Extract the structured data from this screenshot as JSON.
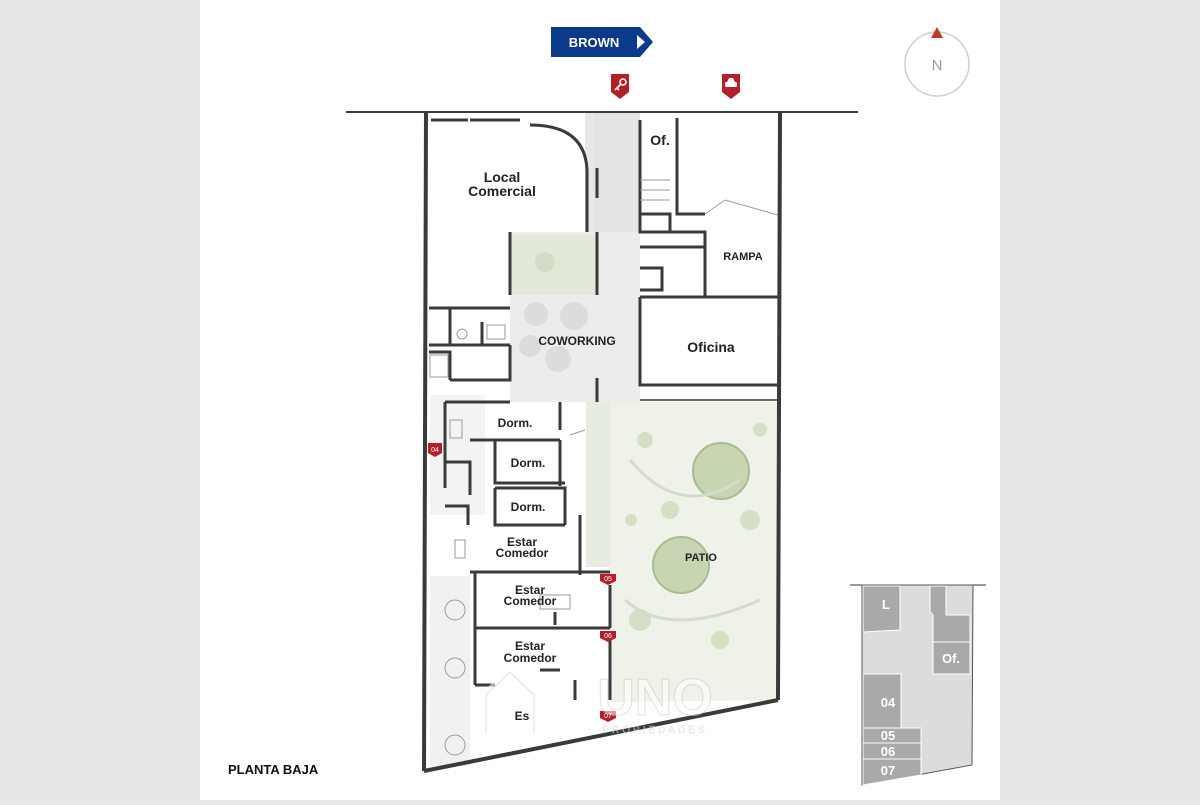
{
  "street": {
    "label": "BROWN",
    "color": "#0b3a8a"
  },
  "north": {
    "label": "N",
    "color": "#c0392b"
  },
  "entrance_icons": [
    "key-icon",
    "car-icon"
  ],
  "rooms": {
    "local": [
      "Local",
      "Comercial"
    ],
    "of_small": "Of.",
    "rampa": "RAMPA",
    "coworking": "COWORKING",
    "oficina": "Oficina",
    "dorm1": "Dorm.",
    "dorm2": "Dorm.",
    "dorm3": "Dorm.",
    "estar1": [
      "Estar",
      "Comedor"
    ],
    "estar2": [
      "Estar",
      "Comedor"
    ],
    "estar3": [
      "Estar",
      "Comedor"
    ],
    "estar4": "Es",
    "patio": "PATIO"
  },
  "unit_tags": [
    "04",
    "05",
    "06",
    "07"
  ],
  "key_plan": {
    "labels": [
      "L",
      "Of.",
      "04",
      "05",
      "06",
      "07"
    ]
  },
  "watermark": {
    "brand": "UNO",
    "sub": "PROPIEDADES"
  },
  "floor_label": "PLANTA BAJA",
  "colors": {
    "wall": "#3a3a3a",
    "garden": "#dfe8d4",
    "floor": "#e7e7e7",
    "tag": "#b3202a"
  }
}
